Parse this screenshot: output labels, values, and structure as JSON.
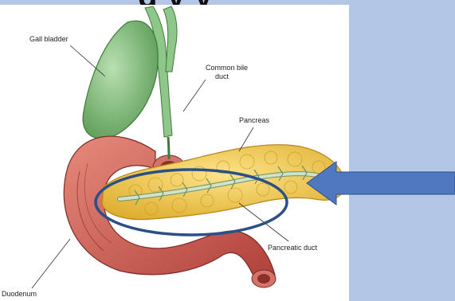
{
  "slide": {
    "title": "g  y  y",
    "background_color": "#b3c6e6"
  },
  "diagram": {
    "labels": {
      "gall_bladder": "Gall bladder",
      "common_bile_duct_line1": "Common bile",
      "common_bile_duct_line2": "duct",
      "pancreas": "Pancreas",
      "pancreatic_duct": "Pancreatic duct",
      "duodenum": "Duodenum"
    },
    "colors": {
      "gall_bladder": "#7fbf7a",
      "pancreas": "#f0c64a",
      "duodenum": "#c9574f",
      "duct": "#cfe3c8",
      "highlight_ellipse": "#2b4f86",
      "arrow": "#4f78c0"
    }
  }
}
